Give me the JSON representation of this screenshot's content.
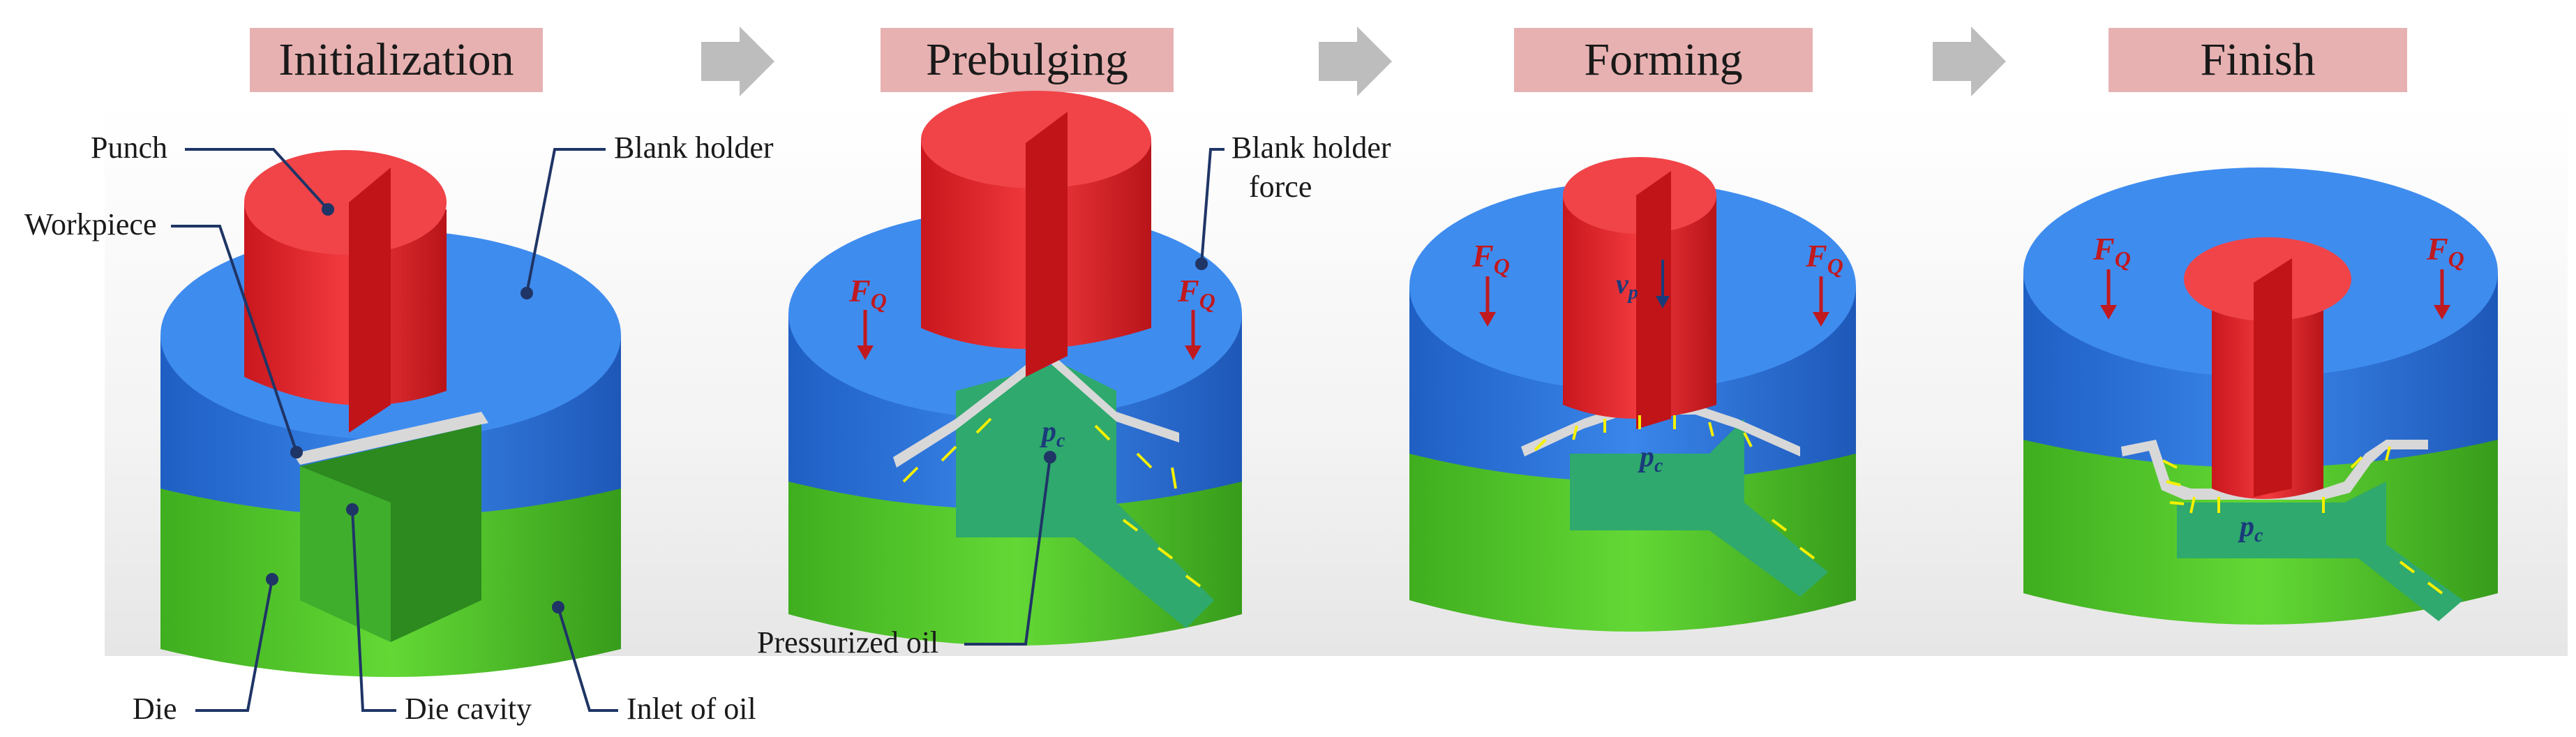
{
  "stages": [
    "Initialization",
    "Prebulging",
    "Forming",
    "Finish"
  ],
  "labels": {
    "punch": "Punch",
    "blank_holder": "Blank holder",
    "workpiece": "Workpiece",
    "die": "Die",
    "die_cavity": "Die cavity",
    "inlet_of_oil": "Inlet of oil",
    "blank_holder_force_1": "Blank holder",
    "blank_holder_force_2": "force",
    "pressurized_oil": "Pressurized oil"
  },
  "symbols": {
    "force_main": "F",
    "force_sub": "Q",
    "pressure_main": "p",
    "pressure_sub": "c",
    "velocity_main": "v",
    "velocity_sub": "p"
  },
  "colors": {
    "stage_box": "#e8b1b1",
    "punch": "#e8262b",
    "blank_holder": "#2f79e0",
    "die": "#57cc2c",
    "oil": "#2fa96d",
    "workpiece": "#d8d8d8",
    "force_arrow": "#c0191f",
    "pressure_arrow": "#f5f000",
    "process_arrow": "#bdbdbd"
  }
}
